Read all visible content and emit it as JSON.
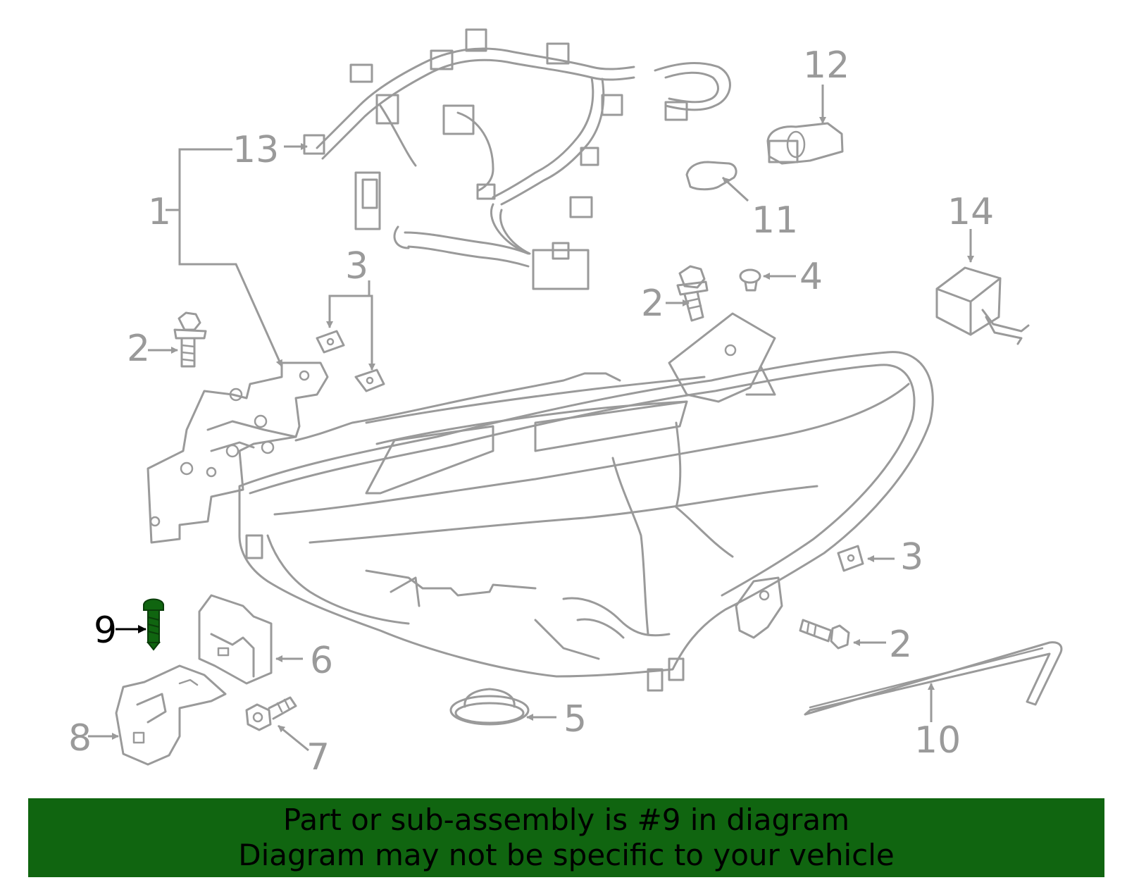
{
  "callouts": {
    "c1": "1",
    "c2a": "2",
    "c2b": "2",
    "c2c": "2",
    "c3a": "3",
    "c3b": "3",
    "c4": "4",
    "c5": "5",
    "c6": "6",
    "c7": "7",
    "c8": "8",
    "c9": "9",
    "c10": "10",
    "c11": "11",
    "c12": "12",
    "c13": "13",
    "c14": "14"
  },
  "highlight": {
    "part": "9",
    "color": "#106510"
  },
  "banner": {
    "line1": "Part or sub-assembly is #9 in diagram",
    "line2": "Diagram may not be specific to your vehicle",
    "color": "#106510"
  }
}
